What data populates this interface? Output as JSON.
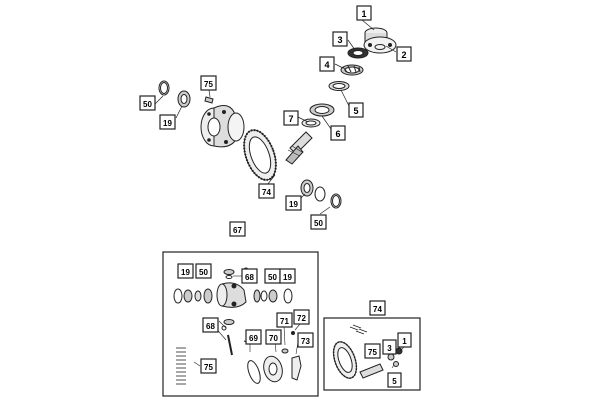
{
  "callouts": {
    "c1": "1",
    "c2": "2",
    "c3": "3",
    "c4": "4",
    "c5": "5",
    "c6": "6",
    "c7": "7",
    "c75_top": "75",
    "c50_left": "50",
    "c19_left": "19",
    "c74_top": "74",
    "c19_bottom": "19",
    "c50_bottom": "50",
    "c67": "67",
    "c19_kit_left": "19",
    "c50_kit_left": "50",
    "c68_kit_top": "68",
    "c50_kit_right": "50",
    "c19_kit_right": "19",
    "c68_kit_mid": "68",
    "c69": "69",
    "c70": "70",
    "c71": "71",
    "c72": "72",
    "c73": "73",
    "c75_kit": "75",
    "c74_kit": "74",
    "c1_kit": "1",
    "c3_kit": "3",
    "c75_kit2": "75",
    "c5_kit": "5"
  }
}
